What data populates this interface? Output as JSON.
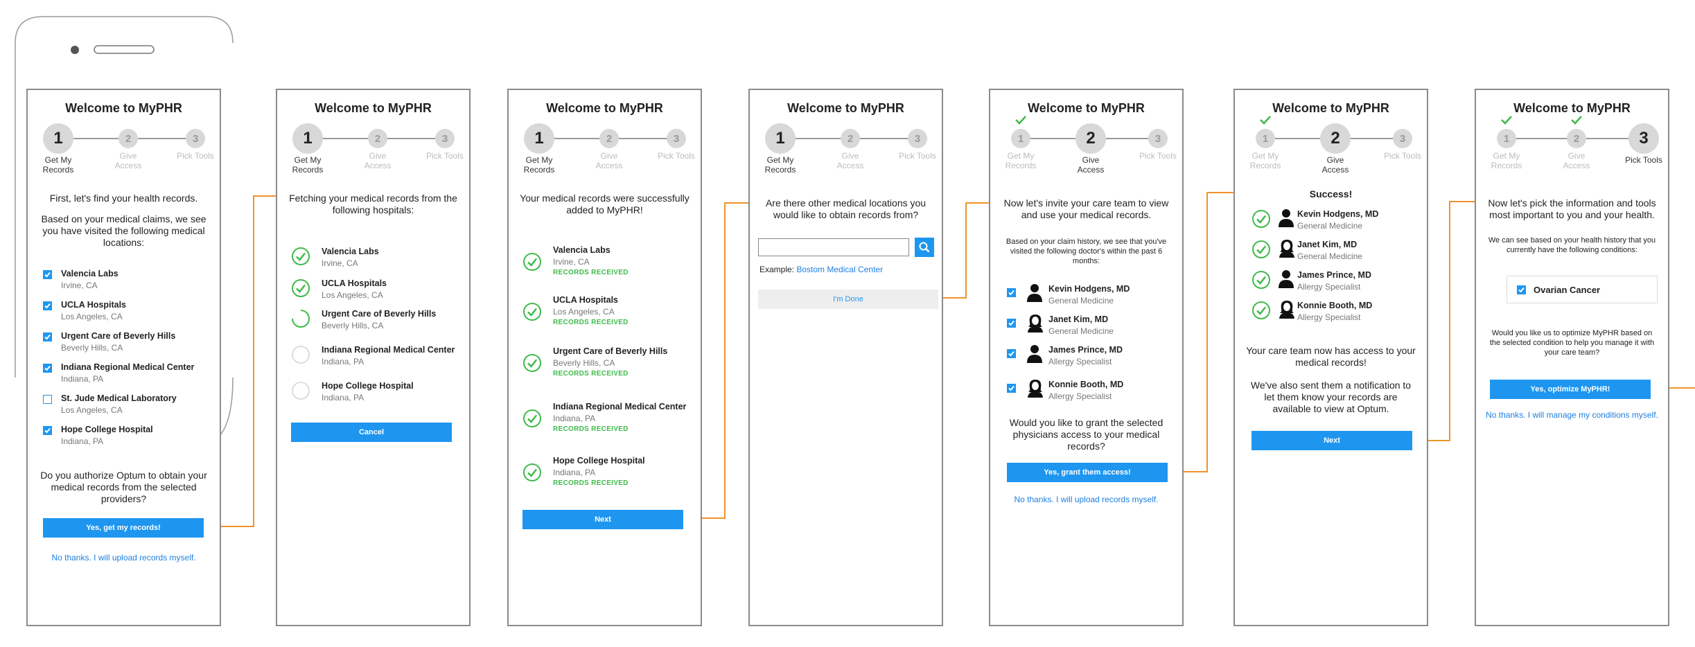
{
  "app_title": "Welcome to MyPHR",
  "steps": [
    {
      "number": "1",
      "label_line1": "Get My",
      "label_line2": "Records"
    },
    {
      "number": "2",
      "label_line1": "Give",
      "label_line2": "Access"
    },
    {
      "number": "3",
      "label_line1": "Pick Tools",
      "label_line2": ""
    }
  ],
  "screen1": {
    "intro": "First, let's find your health records.",
    "description": "Based on your medical claims, we see you have visited the following medical locations:",
    "locations": [
      {
        "name": "Valencia Labs",
        "city": "Irvine, CA",
        "checked": true
      },
      {
        "name": "UCLA Hospitals",
        "city": "Los Angeles, CA",
        "checked": true
      },
      {
        "name": "Urgent Care of Beverly Hills",
        "city": "Beverly Hills, CA",
        "checked": true
      },
      {
        "name": "Indiana Regional Medical Center",
        "city": "Indiana, PA",
        "checked": true
      },
      {
        "name": "St. Jude Medical Laboratory",
        "city": "Los Angeles, CA",
        "checked": false
      },
      {
        "name": "Hope College Hospital",
        "city": "Indiana, PA",
        "checked": true
      }
    ],
    "question": "Do you authorize Optum to obtain your medical records from the selected providers?",
    "confirm_label": "Yes, get my records!",
    "decline_label": "No thanks. I will upload records myself."
  },
  "screen2": {
    "message": "Fetching your medical records from the following hospitals:",
    "hospitals": [
      {
        "name": "Valencia Labs",
        "city": "Irvine, CA",
        "status": "done"
      },
      {
        "name": "UCLA Hospitals",
        "city": "Los Angeles, CA",
        "status": "done"
      },
      {
        "name": "Urgent Care of Beverly Hills",
        "city": "Beverly Hills, CA",
        "status": "loading"
      },
      {
        "name": "Indiana Regional Medical Center",
        "city": "Indiana, PA",
        "status": "pending"
      },
      {
        "name": "Hope College Hospital",
        "city": "Indiana, PA",
        "status": "pending"
      }
    ],
    "cancel_label": "Cancel"
  },
  "screen3": {
    "message": "Your medical records were successfully added to MyPHR!",
    "received_label": "RECORDS RECEIVED",
    "hospitals": [
      {
        "name": "Valencia Labs",
        "city": "Irvine, CA"
      },
      {
        "name": "UCLA Hospitals",
        "city": "Los Angeles, CA"
      },
      {
        "name": "Urgent Care of Beverly Hills",
        "city": "Beverly Hills, CA"
      },
      {
        "name": "Indiana Regional Medical Center",
        "city": "Indiana, PA"
      },
      {
        "name": "Hope College Hospital",
        "city": "Indiana, PA"
      }
    ],
    "next_label": "Next"
  },
  "screen4": {
    "question": "Are there other medical locations you would like to obtain records from?",
    "search_value": "",
    "example_prefix": "Example:",
    "example_link": "Bostom Medical Center",
    "done_label": "I'm Done"
  },
  "screen5": {
    "message": "Now let's invite your care team to view and use your medical records.",
    "description": "Based on your claim history, we see that you've visited the following doctor's within the past 6 months:",
    "doctors": [
      {
        "name": "Kevin Hodgens, MD",
        "specialty": "General Medicine",
        "gender": "male"
      },
      {
        "name": "Janet Kim, MD",
        "specialty": "General Medicine",
        "gender": "female"
      },
      {
        "name": "James Prince, MD",
        "specialty": "Allergy Specialist",
        "gender": "male"
      },
      {
        "name": "Konnie Booth, MD",
        "specialty": "Allergy Specialist",
        "gender": "female"
      }
    ],
    "question": "Would you like to grant the selected physicians access to your medical records?",
    "confirm_label": "Yes, grant them access!",
    "decline_label": "No thanks. I will upload records myself."
  },
  "screen6": {
    "heading": "Success!",
    "doctors": [
      {
        "name": "Kevin Hodgens, MD",
        "specialty": "General Medicine",
        "gender": "male"
      },
      {
        "name": "Janet Kim, MD",
        "specialty": "General Medicine",
        "gender": "female"
      },
      {
        "name": "James Prince, MD",
        "specialty": "Allergy Specialist",
        "gender": "male"
      },
      {
        "name": "Konnie Booth, MD",
        "specialty": "Allergy Specialist",
        "gender": "female"
      }
    ],
    "message1": "Your care team now has access to your medical records!",
    "message2": "We've also sent them a notification to let them know your records are available to view at Optum.",
    "next_label": "Next"
  },
  "screen7": {
    "message": "Now let's pick the information and tools most important to you and your health.",
    "description": "We can see based on your health history that you currently have the following conditions:",
    "condition": "Ovarian Cancer",
    "question": "Would you like us to optimize MyPHR based on the selected condition to help you manage it with your care team?",
    "confirm_label": "Yes, optimize MyPHR!",
    "decline_label": "No thanks. I will manage my conditions myself."
  },
  "colors": {
    "accent": "#1e96f0",
    "success": "#3fba4a",
    "connector": "#f0932a",
    "border": "#8a8a8a"
  },
  "icons": [
    "checkbox-icon",
    "check-circle-icon",
    "spinner-icon",
    "empty-circle-icon",
    "search-icon",
    "male-avatar-icon",
    "female-avatar-icon",
    "check-mark-icon"
  ]
}
